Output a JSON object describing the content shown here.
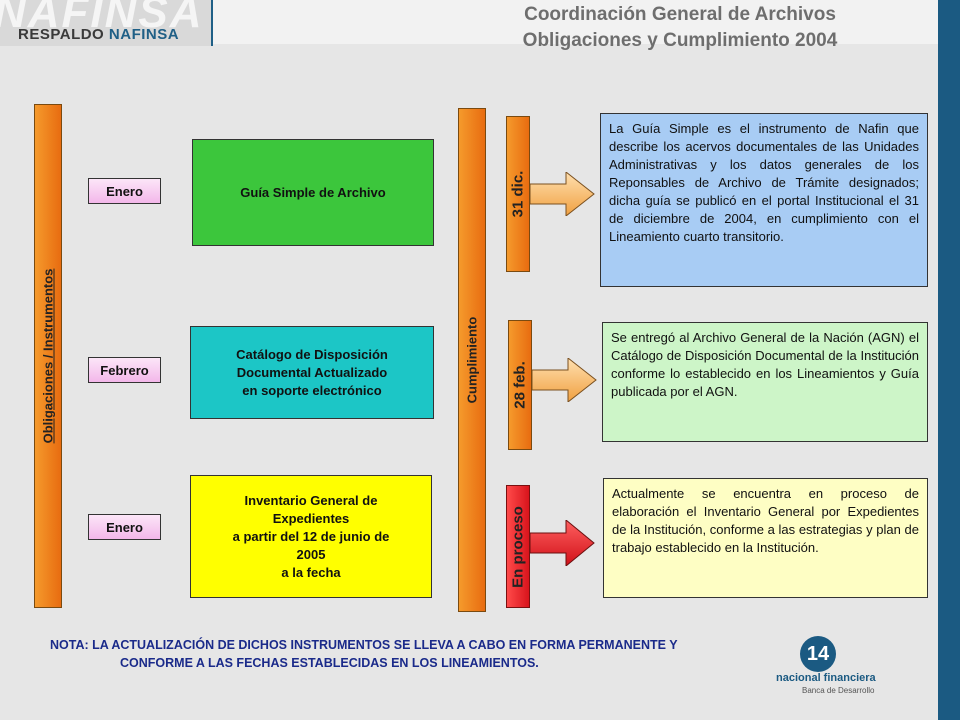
{
  "header": {
    "logo_big": "NAFINSA",
    "logo_small_prefix": "RESPALDO ",
    "logo_small_brand": "NAFINSA",
    "title_line1": "Coordinación General de Archivos",
    "title_line2": "Obligaciones y Cumplimiento 2004"
  },
  "left_bar_label": "Obligaciones  /  Instrumentos",
  "compliance_label": "Cumplimiento",
  "rows": [
    {
      "month": "Enero",
      "instrument": "Guía Simple de Archivo",
      "status": "31 dic.",
      "description": "La Guía Simple es el instrumento de Nafin que describe los acervos documentales de las Unidades Administrativas y los datos generales de los Reponsables de Archivo de Trámite designados; dicha guía se publicó en el portal Institucional el 31 de diciembre de 2004, en cumplimiento con el Lineamiento cuarto transitorio."
    },
    {
      "month": "Febrero",
      "instrument_l1": "Catálogo de Disposición",
      "instrument_l2": "Documental Actualizado",
      "instrument_l3": "en soporte electrónico",
      "status": "28 feb.",
      "description": "Se entregó al Archivo General de la Nación (AGN) el Catálogo de Disposición Documental de la Institución conforme lo establecido en los Lineamientos y Guía publicada por el AGN."
    },
    {
      "month": "Enero",
      "instrument_l1": "Inventario General de",
      "instrument_l2": "Expedientes",
      "instrument_l3": "a partir del 12 de junio de",
      "instrument_l4": "2005",
      "instrument_l5": "a la fecha",
      "status": "En proceso",
      "description": "Actualmente se encuentra en proceso de elaboración el Inventario General por Expedientes de la Institución, conforme a las estrategias y plan de trabajo establecido en la Institución."
    }
  ],
  "note": {
    "line1": "NOTA:  LA ACTUALIZACIÓN DE DICHOS INSTRUMENTOS SE LLEVA A CABO EN FORMA PERMANENTE Y",
    "line2": "CONFORME A LAS FECHAS ESTABLECIDAS EN LOS LINEAMIENTOS."
  },
  "footer_logo": {
    "icon": "14",
    "name": "nacional financiera",
    "sub": "Banca de Desarrollo"
  },
  "colors": {
    "orange": "#f08a20",
    "green": "#3cc63c",
    "cyan": "#1cc6c6",
    "yellow": "#ffff00",
    "red": "#e8232a",
    "pink": "#f3b7ea",
    "light_blue": "#a8ccf4",
    "light_green": "#cdf5c8",
    "light_yellow": "#fefec4",
    "navy": "#1b5a82"
  }
}
